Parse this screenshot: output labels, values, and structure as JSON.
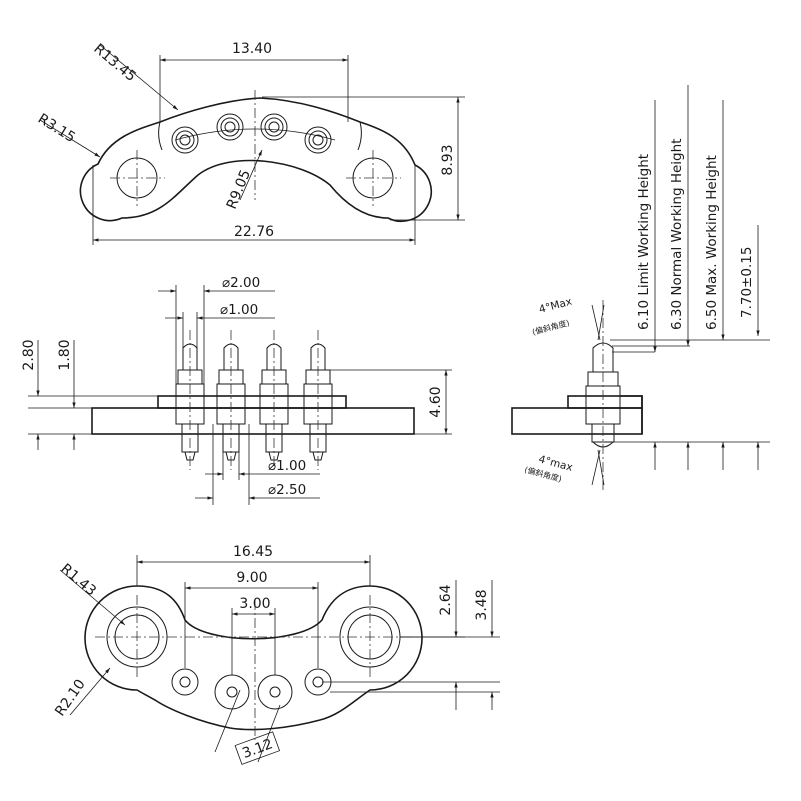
{
  "top_view": {
    "radius_outer": "R13.45",
    "radius_corner": "R3.15",
    "width_pins": "13.40",
    "height": "8.93",
    "radius_inner": "R9.05",
    "width_total": "22.76"
  },
  "side_view": {
    "pin_head_diameter": "⌀2.00",
    "pin_tip_diameter": "⌀1.00",
    "height_280": "2.80",
    "height_180": "1.80",
    "height_460": "4.60",
    "pin_bottom_diameter": "⌀1.00",
    "pin_sleeve_diameter": "⌀2.50"
  },
  "working_view": {
    "angle_top": "4°Max",
    "angle_top_note": "(偏斜角度)",
    "angle_bottom": "4°max",
    "angle_bottom_note": "(偏斜角度)",
    "limit_height": "6.10 Limit Working Height",
    "normal_height": "6.30 Normal Working Height",
    "max_height": "6.50 Max. Working Height",
    "free_height": "7.70±0.15"
  },
  "bottom_view": {
    "width_holes": "16.45",
    "width_outer_pins": "9.00",
    "width_inner_pins": "3.00",
    "radius_hole": "R1.43",
    "radius_corner": "R2.10",
    "height_264": "2.64",
    "height_348": "3.48",
    "pin_offset": "3.12"
  }
}
